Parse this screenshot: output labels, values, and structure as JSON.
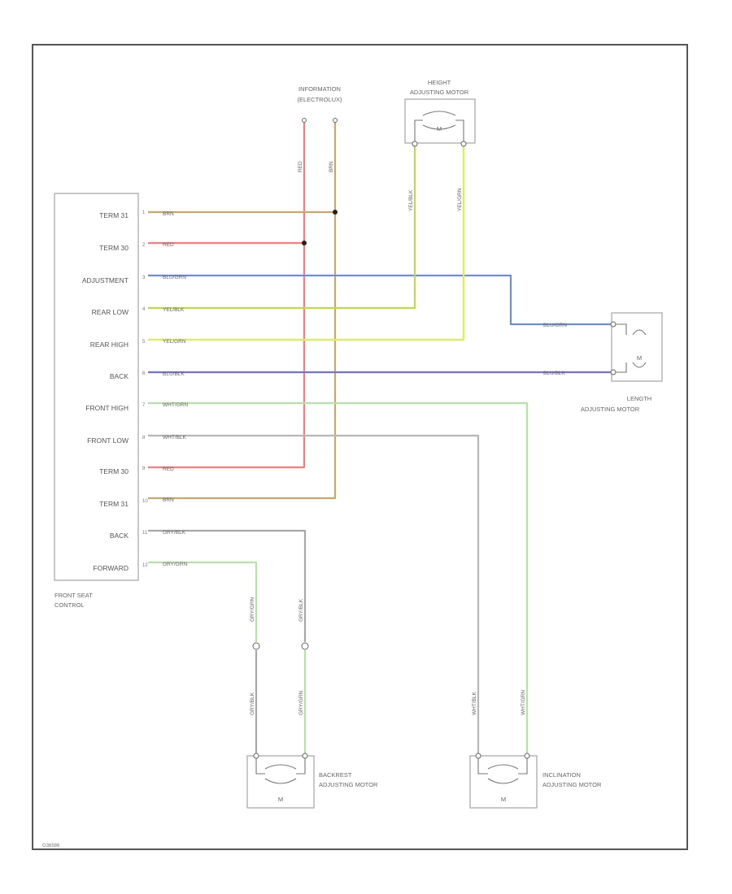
{
  "colors": {
    "brn": "#c8a868",
    "red": "#ff7a7a",
    "blu_grn": "#6a8ed8",
    "yel_blk": "#c2d84a",
    "yel_grn": "#dcf050",
    "blu_blk": "#7070d8",
    "wht_grn": "#b4e4a4",
    "wht_blk": "#b6b6b6",
    "gry_blk": "#a8a8a8",
    "gry_grn": "#b4e4a4"
  },
  "front_seat_control": {
    "label_line1": "FRONT SEAT",
    "label_line2": "CONTROL",
    "pins": [
      {
        "name": "TERM 31",
        "num": "1",
        "wire": "BRN"
      },
      {
        "name": "TERM 30",
        "num": "2",
        "wire": "RED"
      },
      {
        "name": "ADJUSTMENT",
        "num": "3",
        "wire": "BLU/GRN"
      },
      {
        "name": "REAR LOW",
        "num": "4",
        "wire": "YEL/BLK"
      },
      {
        "name": "REAR HIGH",
        "num": "5",
        "wire": "YEL/GRN"
      },
      {
        "name": "BACK",
        "num": "6",
        "wire": "BLU/BLK"
      },
      {
        "name": "FRONT HIGH",
        "num": "7",
        "wire": "WHT/GRN"
      },
      {
        "name": "FRONT LOW",
        "num": "8",
        "wire": "WHT/BLK"
      },
      {
        "name": "TERM 30",
        "num": "9",
        "wire": "RED"
      },
      {
        "name": "TERM 31",
        "num": "10",
        "wire": "BRN"
      },
      {
        "name": "BACK",
        "num": "11",
        "wire": "GRY/BLK"
      },
      {
        "name": "FORWARD",
        "num": "12",
        "wire": "GRY/GRN"
      }
    ]
  },
  "information": {
    "line1": "INFORMATION",
    "line2": "(ELECTROLUX)",
    "wire_red": "RED",
    "wire_brn": "BRN"
  },
  "height_motor": {
    "line1": "HEIGHT",
    "line2": "ADJUSTING MOTOR",
    "wire_left": "YEL/BLK",
    "wire_right": "YEL/GRN",
    "motor": "M"
  },
  "length_motor": {
    "line1": "LENGTH",
    "line2": "ADJUSTING MOTOR",
    "wire_top": "BLU/GRN",
    "wire_bottom": "BLU/BLK",
    "motor": "M"
  },
  "backrest_motor": {
    "line1": "BACKREST",
    "line2": "ADJUSTING MOTOR",
    "wire_left_upper": "GRY/GRN",
    "wire_right_upper": "GRY/BLK",
    "wire_left_lower": "GRY/BLK",
    "wire_right_lower": "GRY/GRN",
    "motor": "M"
  },
  "inclination_motor": {
    "line1": "INCLINATION",
    "line2": "ADJUSTING MOTOR",
    "wire_left": "WHT/BLK",
    "wire_right": "WHT/GRN",
    "motor": "M"
  },
  "footer_code": "G36586"
}
